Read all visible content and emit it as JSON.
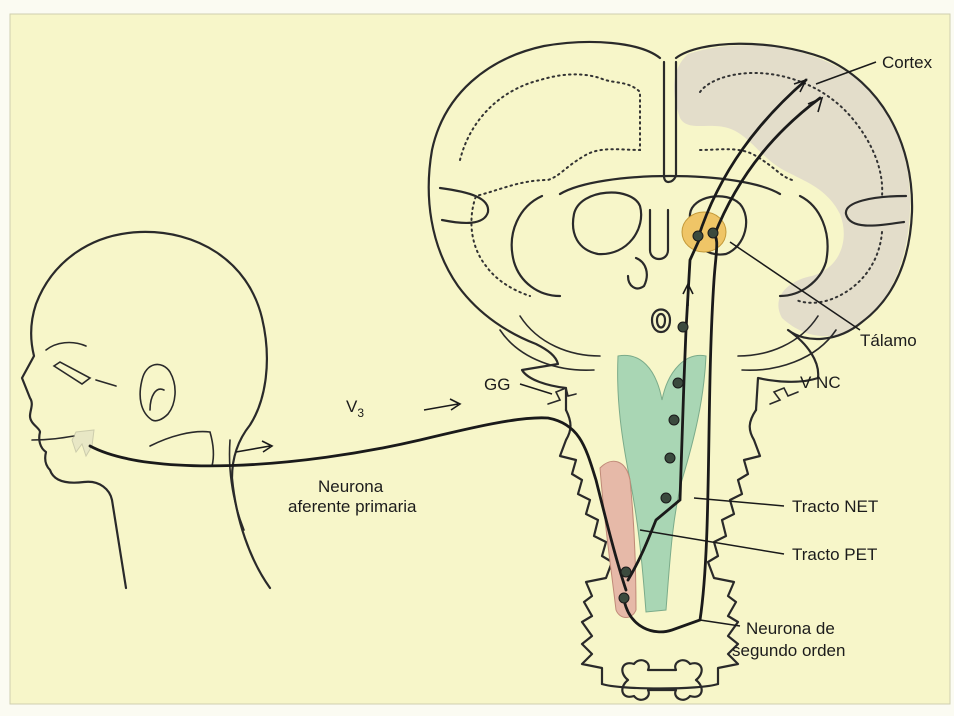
{
  "colors": {
    "background": "#f7f6c9",
    "cortex": "#e3ddca",
    "thalamus": "#efc567",
    "net_tract": "#a9d6b4",
    "pet_tract": "#e6b9a8"
  },
  "labels": {
    "cortex": "Cortex",
    "thalamus": "Tálamo",
    "vnc": "V NC",
    "gg": "GG",
    "v3_main": "V",
    "v3_sub": "3",
    "afferent_line1": "Neurona",
    "afferent_line2": "aferente primaria",
    "net_tract": "Tracto NET",
    "pet_tract": "Tracto PET",
    "second_order_line1": "Neurona de",
    "second_order_line2": "segundo orden"
  }
}
